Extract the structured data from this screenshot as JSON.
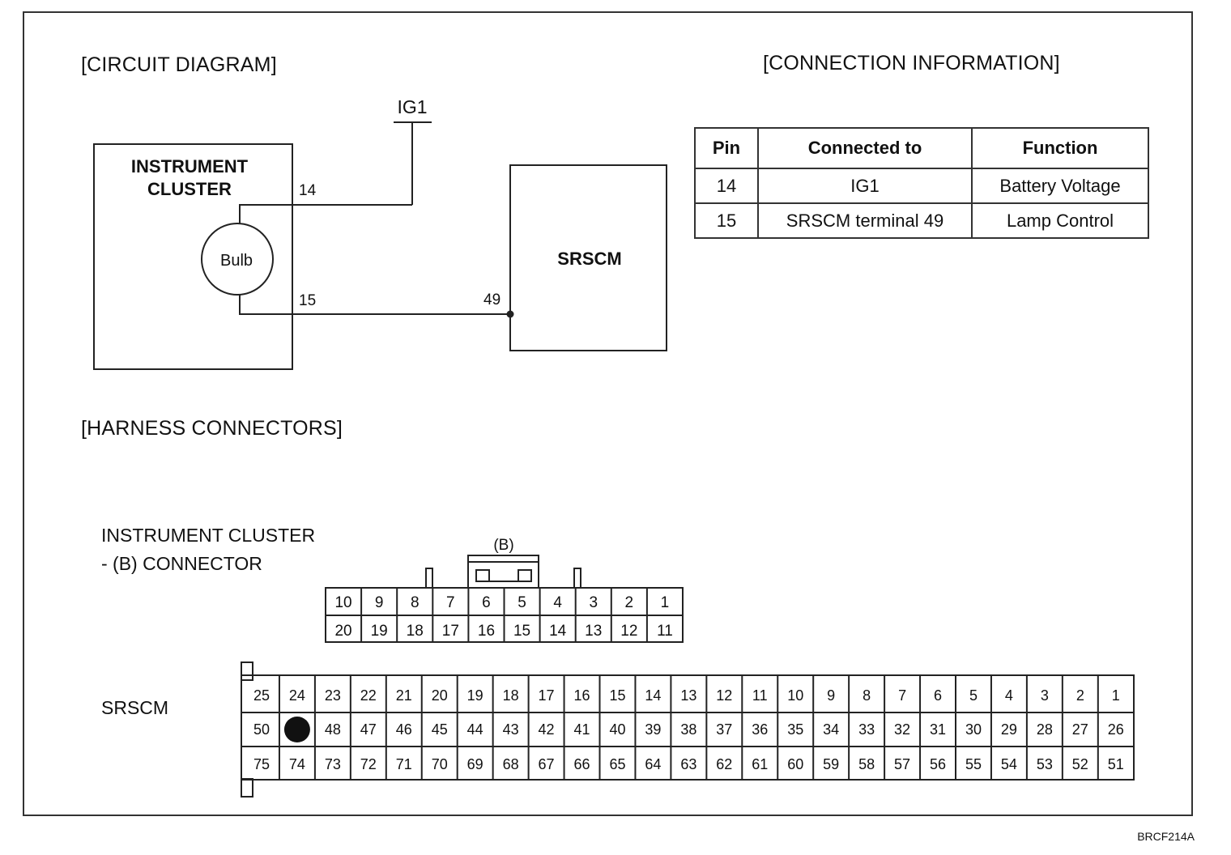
{
  "titles": {
    "circuit": "[CIRCUIT DIAGRAM]",
    "connection": "[CONNECTION INFORMATION]",
    "harness": "[HARNESS CONNECTORS]"
  },
  "circuit": {
    "ig1_label": "IG1",
    "cluster_label_line1": "INSTRUMENT",
    "cluster_label_line2": "CLUSTER",
    "bulb_label": "Bulb",
    "pin14_label": "14",
    "pin15_label": "15",
    "srscm_label": "SRSCM",
    "srscm_pin_label": "49"
  },
  "connection_table": {
    "headers": [
      "Pin",
      "Connected to",
      "Function"
    ],
    "rows": [
      [
        "14",
        "IG1",
        "Battery Voltage"
      ],
      [
        "15",
        "SRSCM terminal 49",
        "Lamp Control"
      ]
    ]
  },
  "harness": {
    "cluster_connector_line1": "INSTRUMENT CLUSTER",
    "cluster_connector_line2": "- (B) CONNECTOR",
    "cluster_connector_tag": "(B)",
    "cluster_rows": [
      [
        "10",
        "9",
        "8",
        "7",
        "6",
        "5",
        "4",
        "3",
        "2",
        "1"
      ],
      [
        "20",
        "19",
        "18",
        "17",
        "16",
        "15",
        "14",
        "13",
        "12",
        "11"
      ]
    ],
    "srscm_label": "SRSCM",
    "srscm_rows": [
      [
        "25",
        "24",
        "23",
        "22",
        "21",
        "20",
        "19",
        "18",
        "17",
        "16",
        "15",
        "14",
        "13",
        "12",
        "11",
        "10",
        "9",
        "8",
        "7",
        "6",
        "5",
        "4",
        "3",
        "2",
        "1"
      ],
      [
        "50",
        "",
        "48",
        "47",
        "46",
        "45",
        "44",
        "43",
        "42",
        "41",
        "40",
        "39",
        "38",
        "37",
        "36",
        "35",
        "34",
        "33",
        "32",
        "31",
        "30",
        "29",
        "28",
        "27",
        "26"
      ],
      [
        "75",
        "74",
        "73",
        "72",
        "71",
        "70",
        "69",
        "68",
        "67",
        "66",
        "65",
        "64",
        "63",
        "62",
        "61",
        "60",
        "59",
        "58",
        "57",
        "56",
        "55",
        "54",
        "53",
        "52",
        "51"
      ]
    ],
    "srscm_marked_pin": "49"
  },
  "footer_code": "BRCF214A"
}
